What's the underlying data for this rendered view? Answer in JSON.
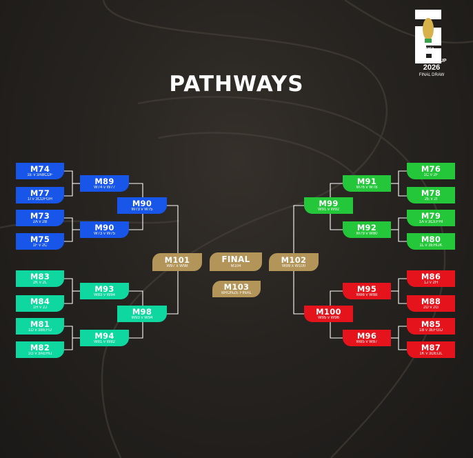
{
  "title": "PATHWAYS",
  "logo": {
    "number_top": "2",
    "number_bottom": "6",
    "badge": "FIFA",
    "line1": "WORLD CUP",
    "line2": "2026",
    "line3": "FINAL DRAW"
  },
  "colors": {
    "blue": "#1756e8",
    "teal": "#0fd7a0",
    "green": "#25c73a",
    "red": "#e5141c",
    "gold": "#b3955a",
    "background": "#262320"
  },
  "matches": {
    "m74": {
      "code": "M74",
      "desc": "1E v 3ABCDF"
    },
    "m77": {
      "code": "M77",
      "desc": "1I v 3CDFGH"
    },
    "m73": {
      "code": "M73",
      "desc": "2A v 2B"
    },
    "m75": {
      "code": "M75",
      "desc": "1F v 2C"
    },
    "m83": {
      "code": "M83",
      "desc": "2K v 2L"
    },
    "m84": {
      "code": "M84",
      "desc": "1H v 2J"
    },
    "m81": {
      "code": "M81",
      "desc": "1D v 3BEFIJ"
    },
    "m82": {
      "code": "M82",
      "desc": "1G v 3AEHIJ"
    },
    "m89": {
      "code": "M89",
      "desc": "W74 v W77"
    },
    "m90a": {
      "code": "M90",
      "desc": "W73 v W75"
    },
    "m93": {
      "code": "M93",
      "desc": "W83 v W84"
    },
    "m94": {
      "code": "M94",
      "desc": "W81 v W82"
    },
    "m90b": {
      "code": "M90",
      "desc": "W73 v W75"
    },
    "m98": {
      "code": "M98",
      "desc": "W93 v W94"
    },
    "m101": {
      "code": "M101",
      "desc": "W97 x W98"
    },
    "final": {
      "code": "FINAL",
      "desc": "M104"
    },
    "m103": {
      "code": "M103",
      "desc": "BRONZE FINAL"
    },
    "m102": {
      "code": "M102",
      "desc": "W99 x W100"
    },
    "m99": {
      "code": "M99",
      "desc": "W91 v W92"
    },
    "m100": {
      "code": "M100",
      "desc": "W95 v W96"
    },
    "m91": {
      "code": "M91",
      "desc": "W76 v W78"
    },
    "m92": {
      "code": "M92",
      "desc": "W79 v W80"
    },
    "m95": {
      "code": "M95",
      "desc": "W86 v W88"
    },
    "m96": {
      "code": "M96",
      "desc": "W85 v W87"
    },
    "m76": {
      "code": "M76",
      "desc": "1C v 2F"
    },
    "m78": {
      "code": "M78",
      "desc": "2E v 2I"
    },
    "m79": {
      "code": "M79",
      "desc": "1A v 3CEFHI"
    },
    "m80": {
      "code": "M80",
      "desc": "1L v 3EHIJK"
    },
    "m86": {
      "code": "M86",
      "desc": "1J v 2H"
    },
    "m88": {
      "code": "M88",
      "desc": "2D v 2G"
    },
    "m85": {
      "code": "M85",
      "desc": "1B v 3EFGIJ"
    },
    "m87": {
      "code": "M87",
      "desc": "1K v 3DEIJL"
    }
  }
}
